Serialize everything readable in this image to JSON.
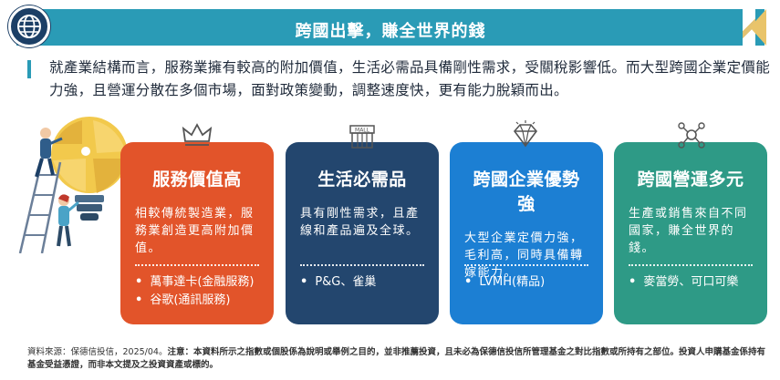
{
  "header": {
    "title": "跨國出擊，賺全世界的錢",
    "icon": "globe-icon"
  },
  "intro": "就產業結構而言，服務業擁有較高的附加價值，生活必需品具備剛性需求，受關稅影響低。而大型跨國企業定價能力強，且營運分散在多個市場，面對政策變動，調整速度快，更有能力脫穎而出。",
  "cards": [
    {
      "title": "服務價值高",
      "icon": "crown-icon",
      "color": "#e2542a",
      "desc": "相較傳統製造業，服務業創造更高附加價值。",
      "examples": [
        "萬事達卡(金融服務)",
        "谷歌(通訊服務)"
      ]
    },
    {
      "title": "生活必需品",
      "icon": "mall-icon",
      "color": "#23466e",
      "desc": "具有剛性需求，且產線和產品遍及全球。",
      "examples": [
        "P&G、雀巢"
      ]
    },
    {
      "title": "跨國企業優勢強",
      "icon": "diamond-icon",
      "color": "#1c7fd3",
      "desc": "大型企業定價力強，毛利高，同時具備轉嫁能力。",
      "examples": [
        "LVMH(精品)"
      ]
    },
    {
      "title": "跨國營運多元",
      "icon": "network-icon",
      "color": "#2e9a86",
      "desc": "生產或銷售來自不同國家，賺全世界的錢。",
      "examples": [
        "麥當勞、可口可樂"
      ]
    }
  ],
  "footer": {
    "source": "資料來源：保德信投信，2025/04。",
    "note_label": "注意：",
    "note": "本資料所示之指數或個股係為說明或舉例之目的，並非推薦投資，且未必為保德信投信所管理基金之對比指數或所持有之部位。投資人申購基金係持有基金受益憑證，而非本文提及之投資資產或標的。"
  },
  "illustration": "lightbulb-puzzle-people-illustration"
}
